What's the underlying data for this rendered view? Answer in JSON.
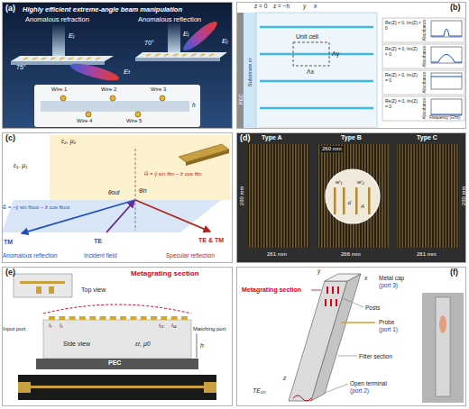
{
  "diagram": {
    "nodes": [
      {
        "text": [
          "(a)",
          "Highly efficient extreme-angle beam manipulation"
        ]
      },
      {
        "text": [
          "(b)"
        ]
      },
      {
        "text": [
          "(c)"
        ]
      },
      {
        "text": [
          "(d)"
        ]
      },
      {
        "text": [
          "(e)"
        ]
      },
      {
        "text": [
          "(f)"
        ]
      }
    ],
    "labels": [
      "Anomalous refraction",
      "Anomalous reflection",
      "Eᵢ",
      "Eₜ",
      "Eᵢ",
      "Eᵣ",
      "75°",
      "70°",
      "Wire 1",
      "Wire 2",
      "Wire 3",
      "Wire 4",
      "Wire 5",
      "h",
      "z = 0",
      "z = −h",
      "y",
      "x",
      "PEC",
      "Substrate εr",
      "Unit cell",
      "Λx",
      "Λy",
      "Re(Z) ≠ 0, Im(Z) ≠ 0",
      "Re(Z) = 0, Im(Z) ≠ 0",
      "Re(Z) ≠ 0, Im(Z) = 0",
      "Re(Z) = 0, Im(Z) = 0",
      "Absorbance",
      "Absorbance",
      "Absorbance",
      "Absorbance",
      "Frequency (GHz)",
      "ε₂, μ₂",
      "ε₁, μ₁",
      "Ẽ = −ŷ sin θout − ẑ cos θout",
      "H̃ = ŷ sin θin − ẑ cos θin",
      "θout",
      "θin",
      "TM",
      "TE",
      "TE & TM",
      "Anomalous reflection",
      "Incident field",
      "Specular reflection",
      "Type A",
      "Type B",
      "Type C",
      "260 mm",
      "261 mm",
      "260 mm",
      "266 mm",
      "260 mm",
      "261 mm",
      "w′₁",
      "w′₂",
      "d",
      "A",
      "Metagrating section",
      "Top view",
      "Input port",
      "Matching port",
      "I₁",
      "I₂",
      "I₁₃",
      "I₁₄",
      "Side view",
      "εr, μ0",
      "h",
      "PEC",
      "Metagrating section",
      "Metal cap",
      "(port 3)",
      "Posts",
      "Probe",
      "(port 1)",
      "Filter section",
      "Open terminal",
      "(port 2)",
      "TE₂₀",
      "y",
      "x",
      "z"
    ]
  }
}
